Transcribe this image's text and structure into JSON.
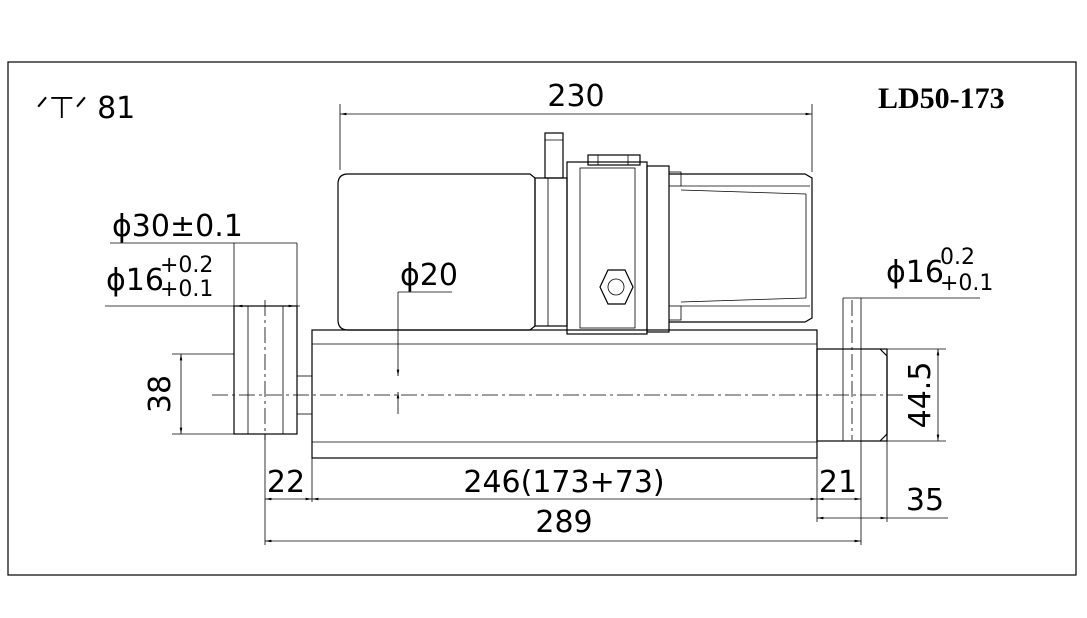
{
  "drawing": {
    "model": "LD50-173",
    "stroke_note": "ᐟ⊤ᐟ 81"
  },
  "dimensions": {
    "overall_length_top": "230",
    "flange_diameter": "ϕ30±0.1",
    "pin_hole_left": "ϕ16",
    "pin_hole_left_tol_upper": "+0.2",
    "pin_hole_left_tol_lower": "+0.1",
    "rod_diameter": "ϕ20",
    "pin_hole_right": "ϕ16",
    "pin_hole_right_tol_upper": "0.2",
    "pin_hole_right_tol_lower": "+0.1",
    "flange_height": "38",
    "rod_end_height": "44.5",
    "left_end": "22",
    "body_length": "246(173+73)",
    "right_end": "21",
    "rod_end_length": "35",
    "overall_length": "289"
  }
}
